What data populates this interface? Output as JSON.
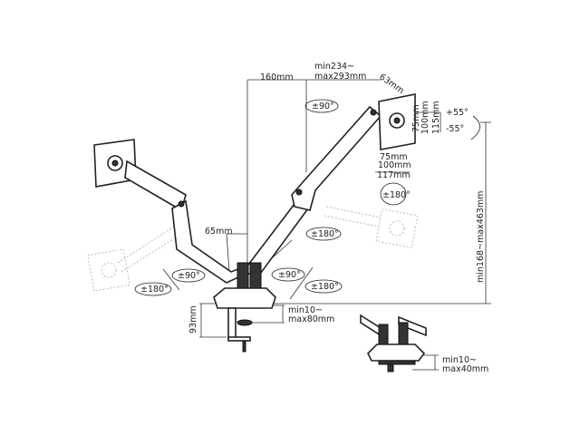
{
  "dimensions": {
    "arm_offset": "160mm",
    "arm_reach_min": "min234~",
    "arm_reach_max": "max293mm",
    "vesa_diag": "63mm",
    "vesa_v": [
      "75mm",
      "100mm",
      "115mm"
    ],
    "vesa_h": [
      "75mm",
      "100mm",
      "117mm"
    ],
    "tilt_up": "+55°",
    "tilt_down": "-55°",
    "pole_offset": "65mm",
    "clamp_height": "93mm",
    "clamp_range_min": "min10~",
    "clamp_range_max": "max80mm",
    "height_range": "min168~max463mm",
    "grommet_range_min": "min10~",
    "grommet_range_max": "max40mm"
  },
  "rotations": {
    "head_swivel": "±90°",
    "head_rotate": "±180°",
    "right_mid": "±180°",
    "left_upper": "±90°",
    "left_lower": "±180°",
    "right_upper": "±90°",
    "right_lower": "±180°"
  }
}
